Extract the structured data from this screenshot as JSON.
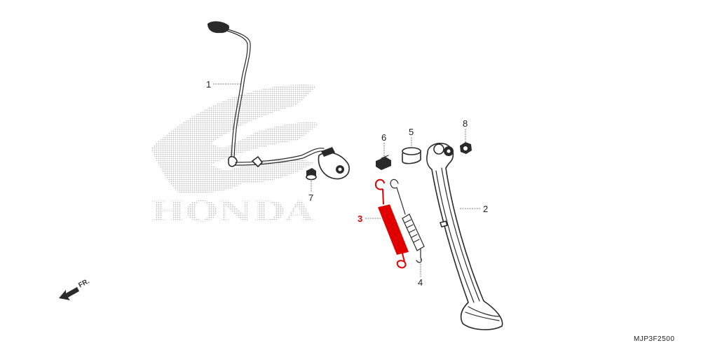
{
  "brand": {
    "watermark_text": "HONDA",
    "watermark_color": "#c8c8c8"
  },
  "callouts": [
    {
      "id": "1",
      "text": "1"
    },
    {
      "id": "2",
      "text": "2"
    },
    {
      "id": "3",
      "text": "3",
      "highlighted": true,
      "color": "#e00000"
    },
    {
      "id": "4",
      "text": "4"
    },
    {
      "id": "5",
      "text": "5"
    },
    {
      "id": "6",
      "text": "6"
    },
    {
      "id": "7",
      "text": "7"
    },
    {
      "id": "8",
      "text": "8"
    }
  ],
  "direction_marker": {
    "text": "FR.",
    "icon": "front-arrow-icon"
  },
  "diagram_code": "MJP3F2500",
  "colors": {
    "highlight": "#e00000",
    "line": "#2a2a2a"
  }
}
